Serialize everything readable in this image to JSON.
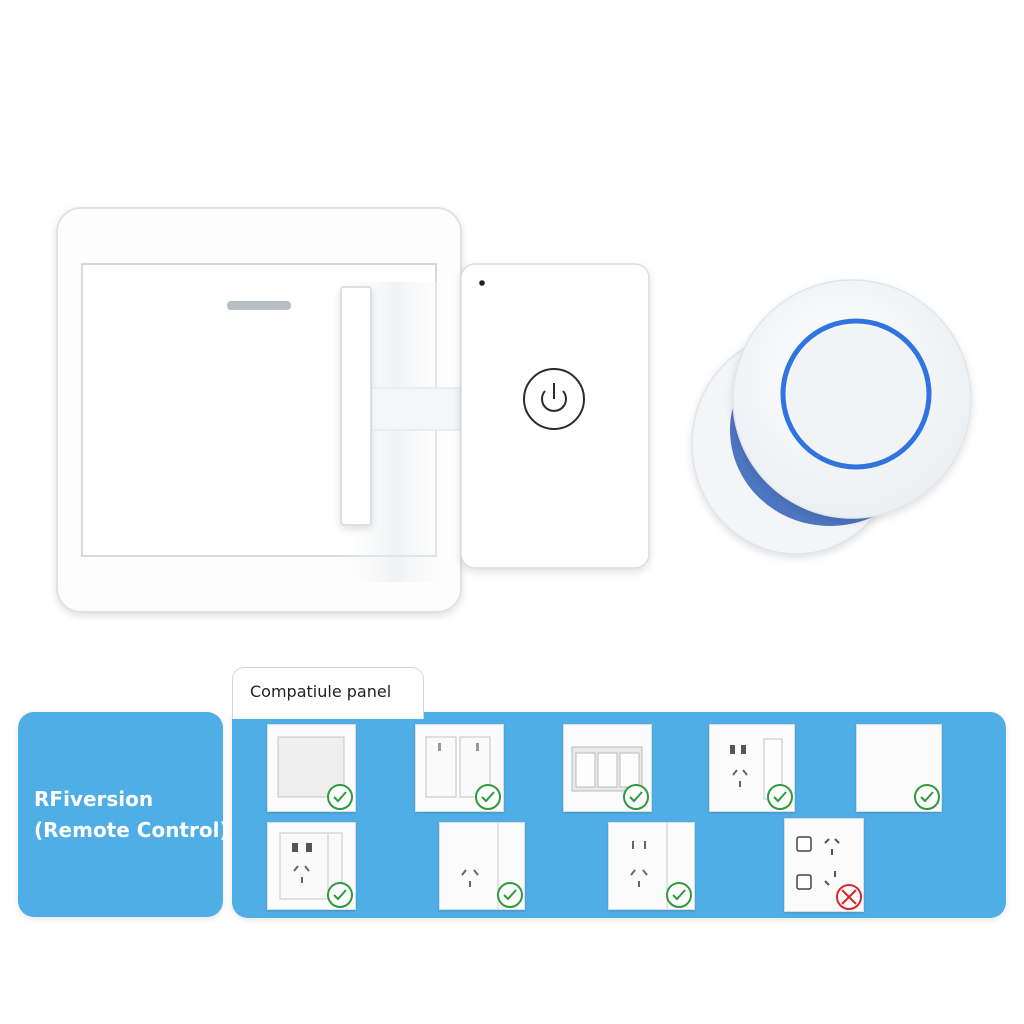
{
  "compat_tab": {
    "label": "Compatiule panel"
  },
  "side": {
    "line1": "RFiversion",
    "line2": "(Remote Control)"
  },
  "colors": {
    "panel_blue": "#4faee6",
    "ring_blue": "#2f74e0",
    "check_green": "#2e9a3a",
    "cross_red": "#d9262b"
  },
  "panels": [
    {
      "type": "single-rocker-switch",
      "compatible": true,
      "status_icon": "check-icon"
    },
    {
      "type": "double-rocker-switch",
      "compatible": true,
      "status_icon": "check-icon"
    },
    {
      "type": "triple-rocker-switch",
      "compatible": true,
      "status_icon": "check-icon"
    },
    {
      "type": "socket-with-switch",
      "compatible": true,
      "status_icon": "check-icon"
    },
    {
      "type": "blank-panel",
      "compatible": true,
      "status_icon": "check-icon"
    },
    {
      "type": "five-hole-socket",
      "compatible": true,
      "status_icon": "check-icon"
    },
    {
      "type": "three-hole-socket-split",
      "compatible": true,
      "status_icon": "check-icon"
    },
    {
      "type": "socket-two-plus-three",
      "compatible": true,
      "status_icon": "check-icon"
    },
    {
      "type": "multi-socket-panel",
      "compatible": false,
      "status_icon": "cross-icon"
    }
  ],
  "products": [
    {
      "name": "wall-switch-with-clip-pusher",
      "icon": "power-icon"
    },
    {
      "name": "round-wireless-button",
      "icon": "blue-ring-icon"
    }
  ]
}
